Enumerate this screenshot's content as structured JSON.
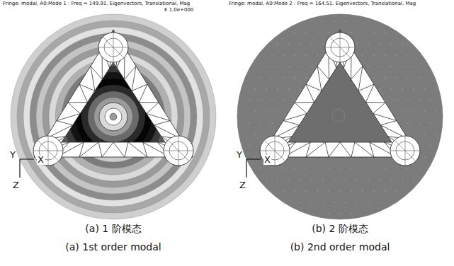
{
  "diagram": {
    "labels": [
      "Fringe: modal, A0:Mode 1 : Freq = 149.91. Eigenvectors, Translational, Mag",
      "E 1.0e+000",
      "Fringe: modal, A0:Mode 2 : Freq = 164.51. Eigenvectors, Translational, Mag",
      "Y",
      "X",
      "Z",
      "Y",
      "X",
      "Z",
      "(a) 1 阶模态",
      "(b) 2 阶模态",
      "(a) 1st order modal",
      "(b) 2nd order modal"
    ]
  }
}
